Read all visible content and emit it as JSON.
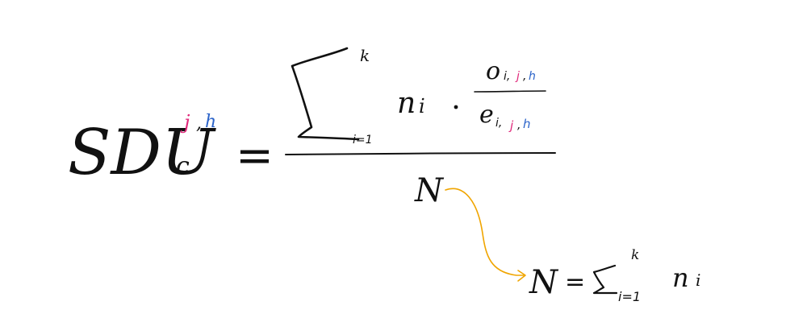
{
  "colors": {
    "ink": "#111111",
    "subscript_j": "#e0287a",
    "subscript_h": "#2b63c9",
    "arrow": "#f0a500"
  },
  "formula": {
    "lhs": {
      "base": "SDU",
      "sub": "c",
      "sup_j": "j",
      "sup_comma": ",",
      "sup_h": "h"
    },
    "equals": "=",
    "numerator": {
      "sum_upper": "k",
      "sum_lower": "i=1",
      "factor": "n",
      "factor_sub": "i",
      "dot": "·",
      "frac_top": "o",
      "frac_top_sub_i": "i,",
      "frac_top_sub_j": "j",
      "frac_top_sub_comma": ",",
      "frac_top_sub_h": "h",
      "frac_bottom": "e",
      "frac_bottom_sub_i": "i,",
      "frac_bottom_sub_j": "j",
      "frac_bottom_sub_comma": ",",
      "frac_bottom_sub_h": "h"
    },
    "denominator": "N"
  },
  "definition": {
    "lhs": "N",
    "equals": "=",
    "sum_upper": "k",
    "sum_lower": "i=1",
    "term": "n",
    "term_sub": "i"
  }
}
